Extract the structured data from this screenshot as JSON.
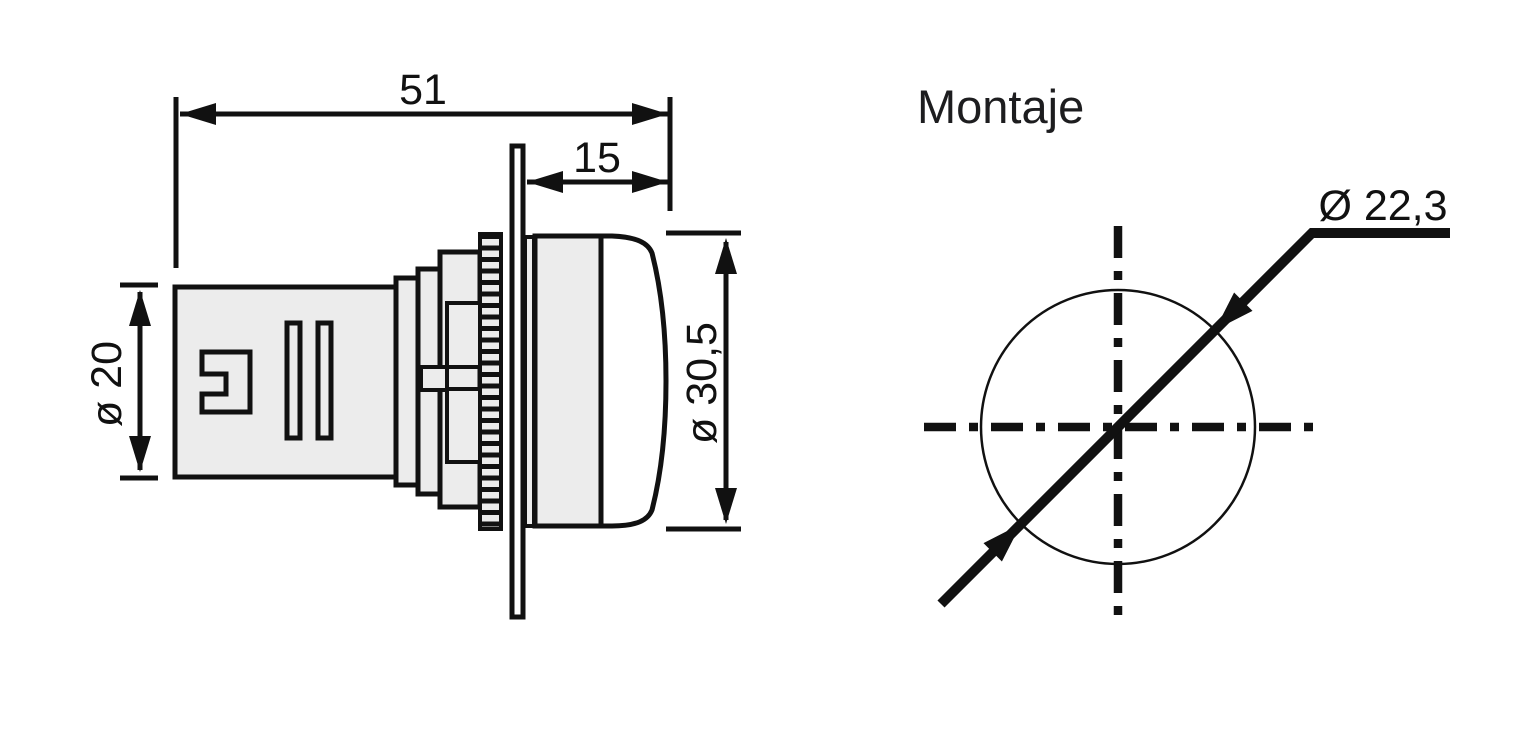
{
  "side_view": {
    "dims": {
      "total_length": "51",
      "front_length": "15",
      "body_diameter": "ø 20",
      "head_diameter": "ø 30,5"
    }
  },
  "mounting_view": {
    "title": "Montaje",
    "hole_diameter": "Ø 22,3"
  },
  "colors": {
    "line": "#111111",
    "fill": "#ececec",
    "title_text": "#1d1d1f",
    "background": "#ffffff"
  }
}
